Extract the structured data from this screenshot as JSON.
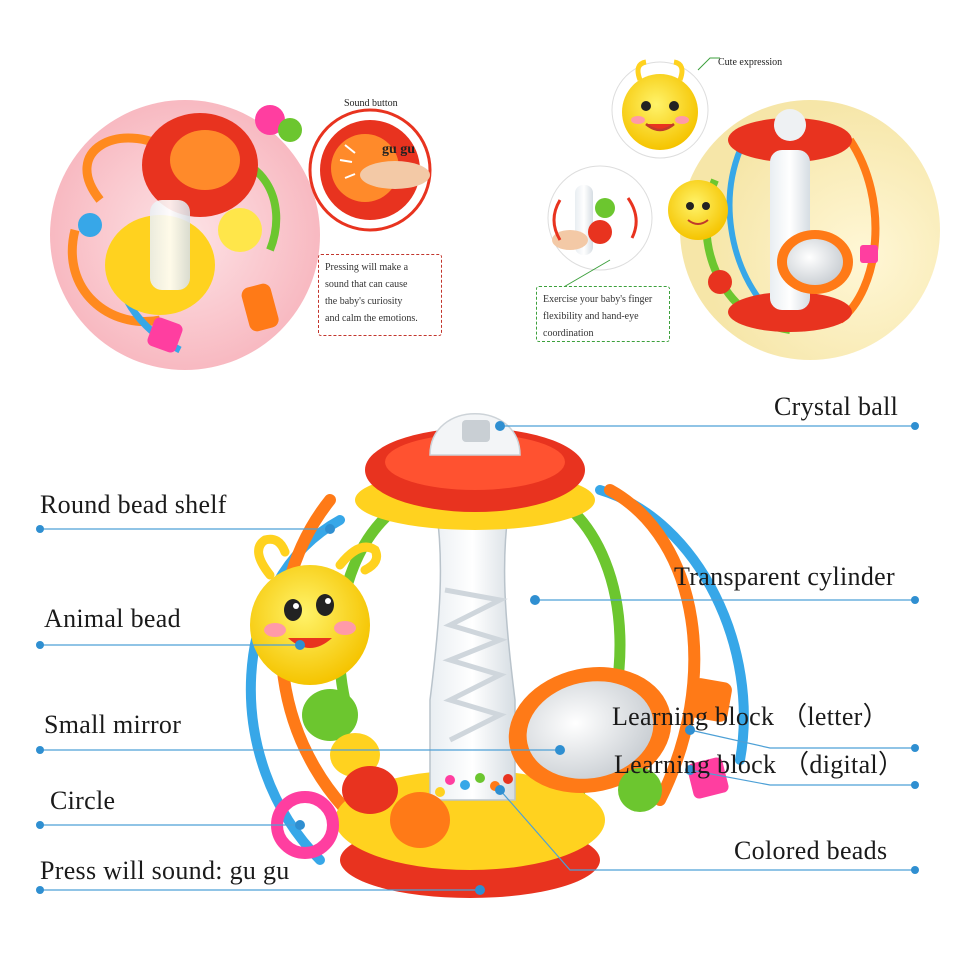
{
  "colors": {
    "leader_line": "#4da0d6",
    "leader_dot": "#2f8fd1",
    "toy_red": "#e8331f",
    "toy_orange": "#ff7a17",
    "toy_yellow": "#ffd21f",
    "toy_green": "#6cc62f",
    "toy_blue": "#37a7e8",
    "toy_pink": "#ff3ea0"
  },
  "top_left_panel": {
    "callout": "Sound button",
    "sound_text": "gu gu",
    "note": [
      "Pressing will make a",
      "sound that can cause",
      "the baby's curiosity",
      "and calm the emotions."
    ]
  },
  "top_right_panel": {
    "callout": "Cute expression",
    "note": [
      "Exercise your baby's finger",
      "flexibility and hand-eye",
      "coordination"
    ]
  },
  "labels": {
    "crystal_ball": "Crystal ball",
    "round_bead_shelf": "Round bead shelf",
    "transparent_cylinder": "Transparent cylinder",
    "animal_bead": "Animal bead",
    "small_mirror": "Small mirror",
    "learning_block_letter": "Learning block  （letter）",
    "learning_block_digital": "Learning block  （digital）",
    "circle": "Circle",
    "colored_beads": "Colored beads",
    "press_will_sound": "Press will sound: gu gu"
  }
}
